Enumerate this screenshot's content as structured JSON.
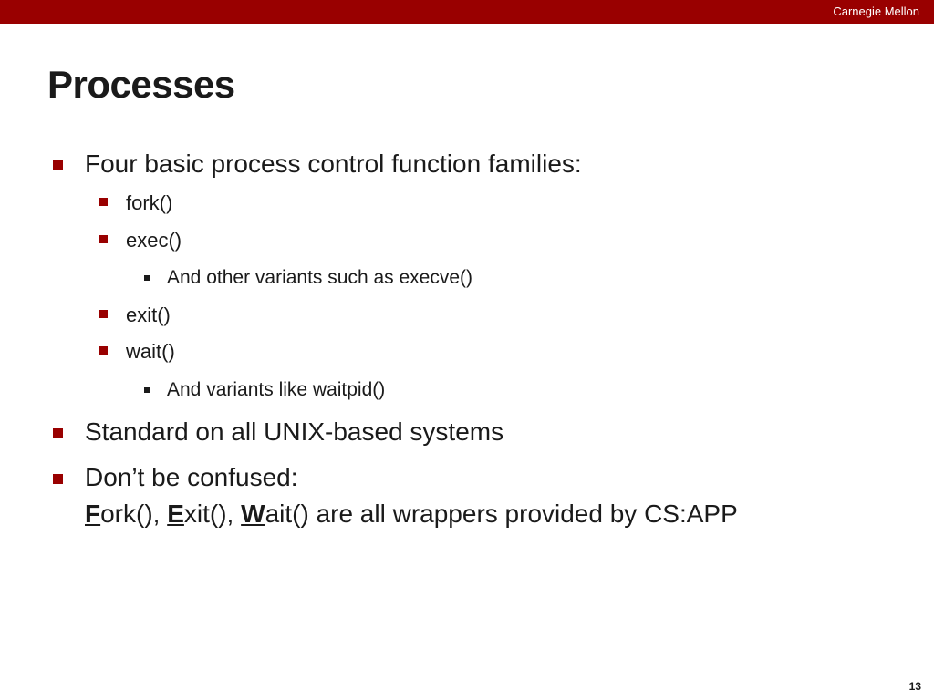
{
  "header": {
    "institution": "Carnegie Mellon"
  },
  "slide": {
    "title": "Processes",
    "page_number": "13"
  },
  "bullets": {
    "b1": "Four basic process control function families:",
    "b1_1": "fork()",
    "b1_2": "exec()",
    "b1_2_1": "And other variants such as execve()",
    "b1_3": "exit()",
    "b1_4": "wait()",
    "b1_4_1": "And variants like waitpid()",
    "b2": "Standard on all UNIX-based systems",
    "b3": "Don’t be confused:"
  },
  "wrappers": {
    "fork_cap": "F",
    "fork_rest": "ork(), ",
    "exit_cap": "E",
    "exit_rest": "xit(), ",
    "wait_cap": "W",
    "wait_rest": "ait() are all wrappers provided by CS:APP"
  },
  "colors": {
    "accent": "#990000",
    "text": "#1a1a1a",
    "background": "#ffffff"
  }
}
